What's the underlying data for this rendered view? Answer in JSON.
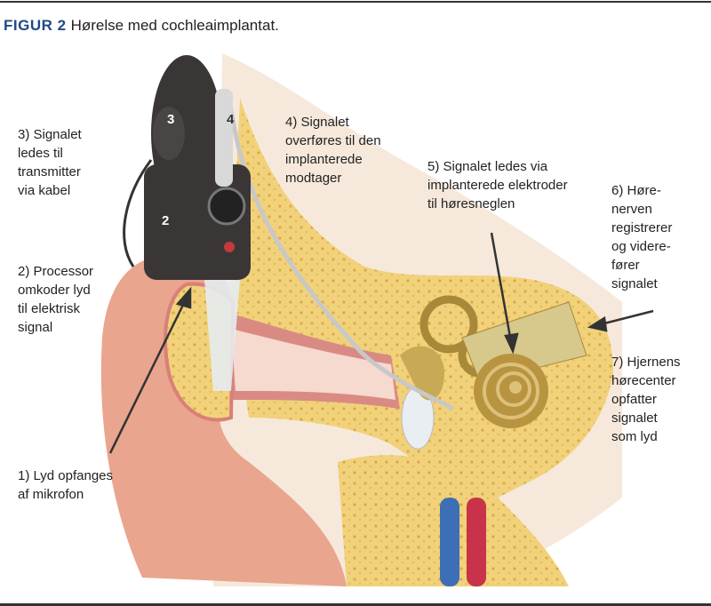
{
  "title": {
    "figure_label": "FIGUR 2",
    "caption": "Hørelse med cochleaimplantat."
  },
  "device_numbers": {
    "transmitter": "3",
    "cable": "4",
    "processor": "2"
  },
  "labels": {
    "step3": [
      "3) Signalet",
      "ledes til",
      "transmitter",
      "via kabel"
    ],
    "step2": [
      "2) Processor",
      "omkoder lyd",
      "til elektrisk",
      "signal"
    ],
    "step1": [
      "1) Lyd opfanges",
      "af mikrofon"
    ],
    "step4": [
      "4) Signalet",
      "overføres til den",
      "implanterede",
      "modtager"
    ],
    "step5": [
      "5) Signalet ledes via",
      "implanterede elektroder",
      "til høresneglen"
    ],
    "step6": [
      "6) Høre-",
      "nerven",
      "registrerer",
      "og videre-",
      "fører",
      "signalet"
    ],
    "step7": [
      "7) Hjernens",
      "hørecenter",
      "opfatter",
      "signalet",
      "som lyd"
    ]
  },
  "colors": {
    "figure_label": "#1f4a86",
    "bone": "#f1d27a",
    "skin": "#e9a58e",
    "device": "#3b3636"
  }
}
